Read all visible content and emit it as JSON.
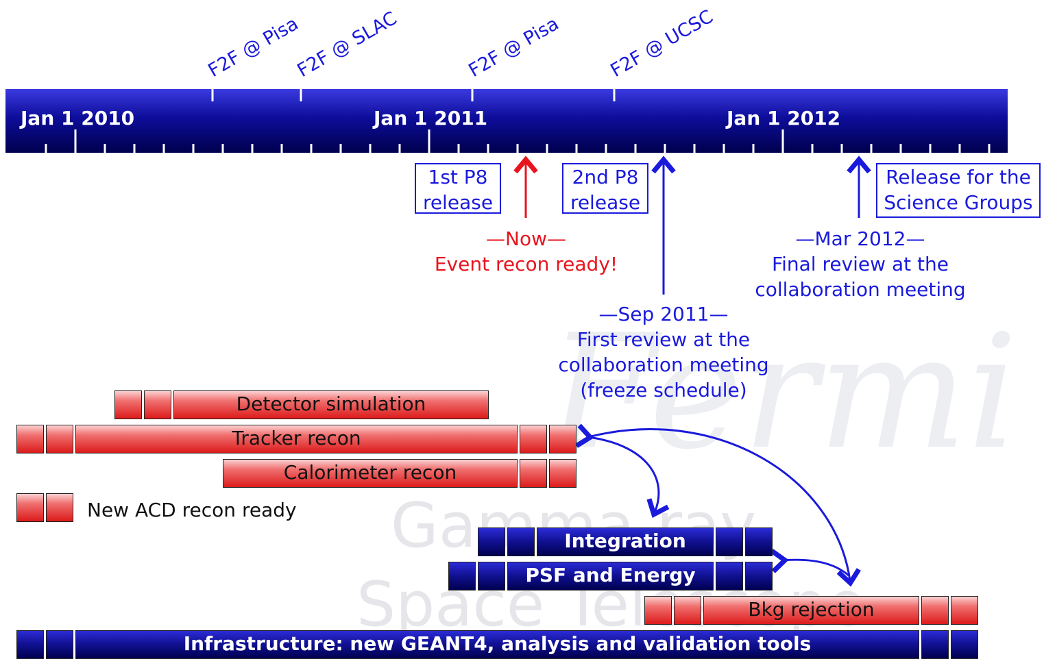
{
  "timeline": {
    "year_labels": [
      "Jan 1 2010",
      "Jan 1 2011",
      "Jan 1 2012"
    ],
    "meetings": [
      "F2F @ Pisa",
      "F2F @ SLAC",
      "F2F @ Pisa",
      "F2F @ UCSC"
    ]
  },
  "milestones": {
    "p8_first": "1st P8 release",
    "p8_second": "2nd P8 release",
    "release_science": "Release for the Science Groups",
    "now": {
      "title": "—Now—",
      "text": "Event recon ready!"
    },
    "sep2011": {
      "title": "—Sep 2011—",
      "lines": [
        "First review at the",
        "collaboration meeting",
        "(freeze schedule)"
      ]
    },
    "mar2012": {
      "title": "—Mar 2012—",
      "lines": [
        "Final review at the",
        "collaboration meeting"
      ]
    }
  },
  "tasks": {
    "detector_simulation": "Detector simulation",
    "tracker_recon": "Tracker recon",
    "calorimeter_recon": "Calorimeter recon",
    "acd_legend": "New ACD recon ready",
    "integration": "Integration",
    "psf_energy": "PSF and Energy",
    "bkg_rejection": "Bkg rejection",
    "infrastructure": "Infrastructure: new GEANT4, analysis and validation tools"
  },
  "watermark": {
    "word1": "Fermi",
    "word2": "Gamma-ray",
    "word3": "Space Telescope"
  },
  "colors": {
    "red_task": "#dc1a1a",
    "blue_task": "#000080",
    "accent_blue": "#1a1adc",
    "now_red": "#e8141e"
  }
}
